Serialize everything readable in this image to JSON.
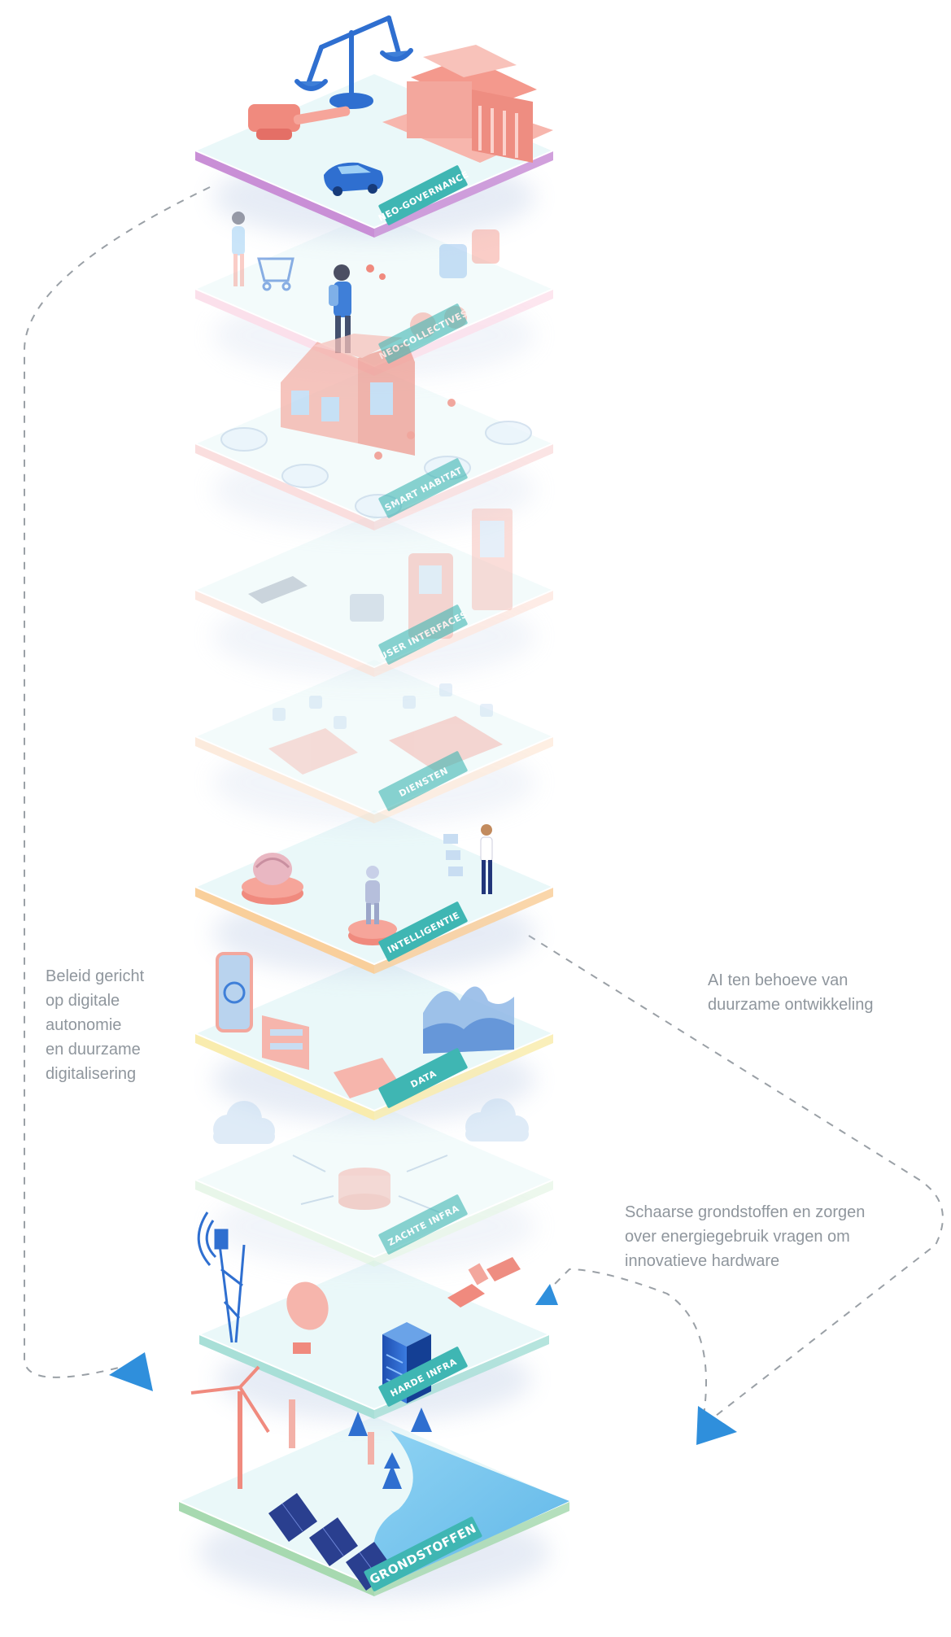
{
  "layers": [
    {
      "key": "neo-governance",
      "label": "NEO-GOVERNANCE",
      "color": "#c98fd6",
      "faded": false
    },
    {
      "key": "neo-collectives",
      "label": "NEO-COLLECTIVES",
      "color": "#f9c8dc",
      "faded": true
    },
    {
      "key": "smart-habitat",
      "label": "SMART HABITAT",
      "color": "#f6c4c4",
      "faded": true
    },
    {
      "key": "user-interfaces",
      "label": "USER INTERFACES",
      "color": "#fbd6c9",
      "faded": true
    },
    {
      "key": "diensten",
      "label": "DIENSTEN",
      "color": "#fbdcc3",
      "faded": true
    },
    {
      "key": "intelligentie",
      "label": "INTELLIGENTIE",
      "color": "#f9cf9b",
      "faded": false
    },
    {
      "key": "data",
      "label": "DATA",
      "color": "#f9ecae",
      "faded": false
    },
    {
      "key": "zachte-infra",
      "label": "ZACHTE INFRA",
      "color": "#d7efd8",
      "faded": true
    },
    {
      "key": "harde-infra",
      "label": "HARDE INFRA",
      "color": "#a8dfd7",
      "faded": false
    },
    {
      "key": "grondstoffen",
      "label": "GRONDSTOFFEN",
      "color": "#a7d9b0",
      "faded": false
    }
  ],
  "annotations": {
    "left": "Beleid gericht\nop digitale\nautonomie\nen duurzame\ndigitalisering",
    "ai": "AI ten behoeve van\nduurzame ontwikkeling",
    "hardware": "Schaarse grondstoffen en zorgen\nover energiegebruik vragen om\ninnovatieve hardware"
  },
  "colors": {
    "arrow": "#2f8fdc",
    "dash": "#9aa0a6",
    "platform_top": "#eaf8f9",
    "tab": "#3fb6b3",
    "water": "#7ec9ef",
    "coral": "#f08a7e",
    "blue": "#2f6fd0"
  },
  "icons": [
    "scales-icon",
    "gavel-icon",
    "courthouse-icon",
    "car-icon",
    "person-icon",
    "house-icon",
    "tablet-icon",
    "robot-icon",
    "brain-icon",
    "chart-icon",
    "cloud-icon",
    "antenna-icon",
    "satellite-icon",
    "server-icon",
    "wind-turbine-icon",
    "solar-panel-icon",
    "tree-icon"
  ]
}
